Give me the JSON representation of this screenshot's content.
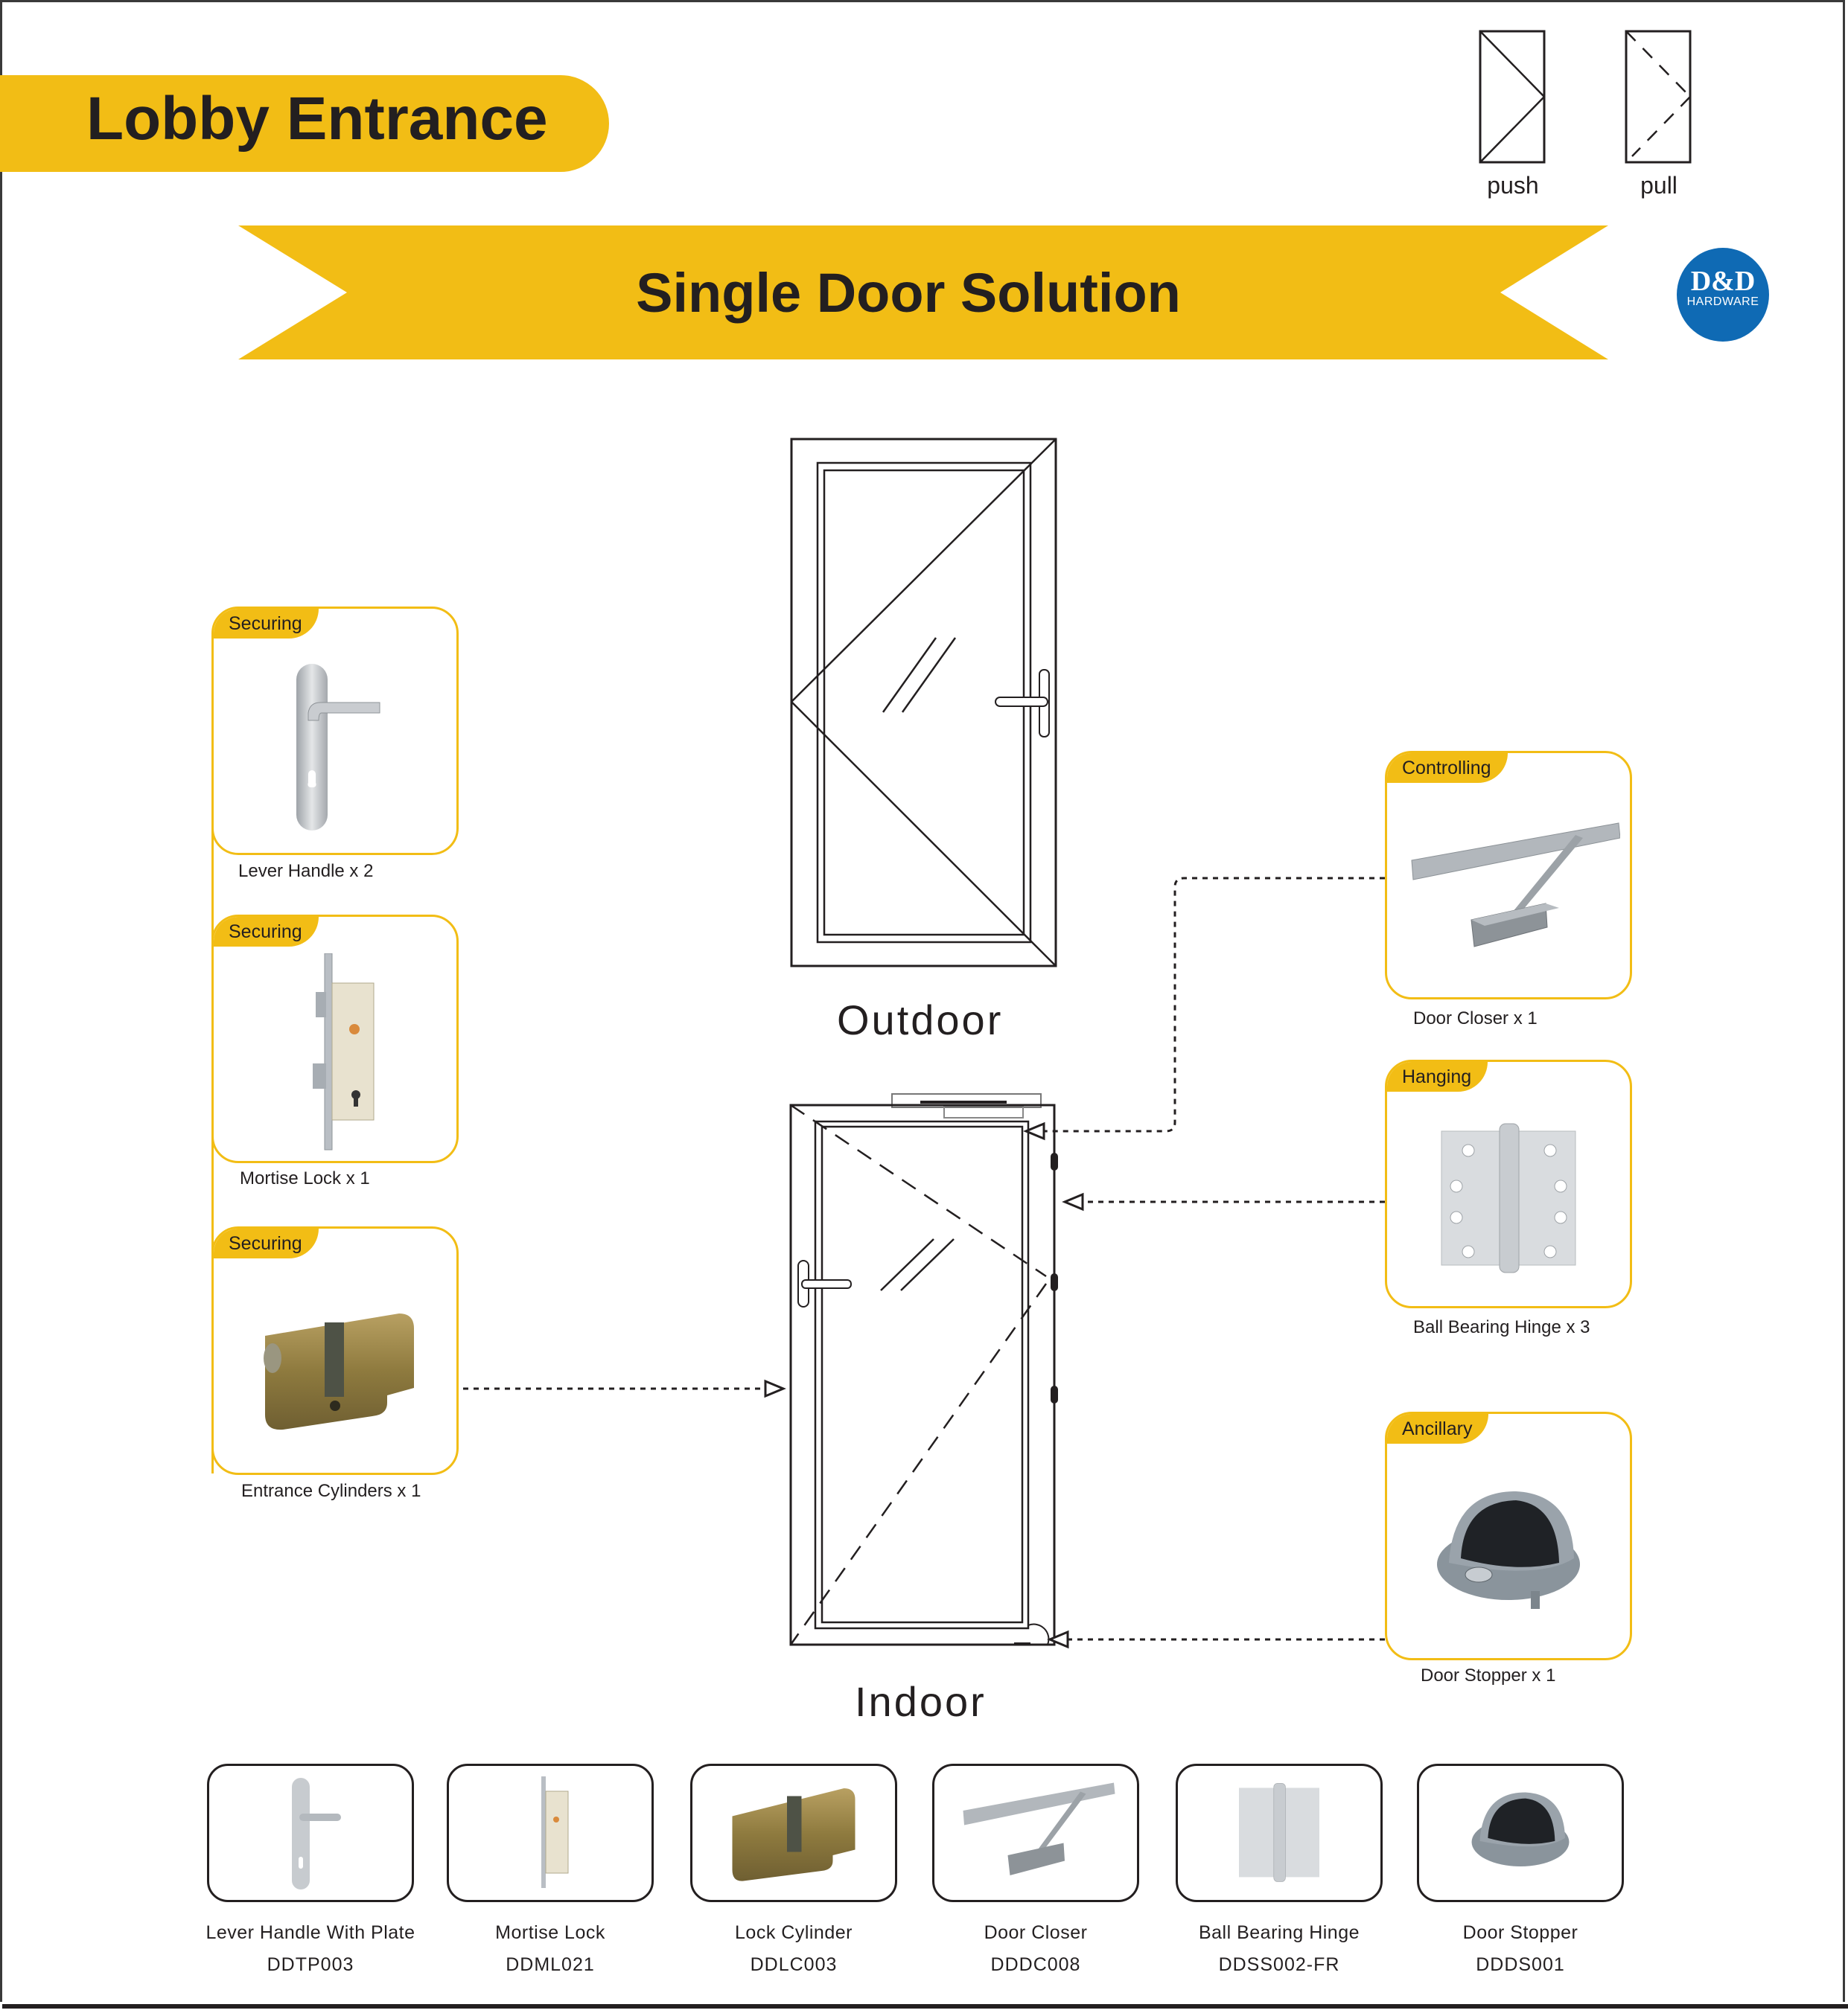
{
  "header": {
    "title": "Lobby Entrance",
    "banner": "Single Door Solution",
    "logo": {
      "main": "D&D",
      "sub": "HARDWARE",
      "color": "#0f6ab4"
    }
  },
  "legend": [
    {
      "label": "push",
      "icon": "door-push-symbol"
    },
    {
      "label": "pull",
      "icon": "door-pull-symbol"
    }
  ],
  "colors": {
    "accent": "#f2bd15",
    "ink": "#231f20",
    "brand_blue": "#0f6ab4"
  },
  "diagram": {
    "outdoor_label": "Outdoor",
    "indoor_label": "Indoor"
  },
  "left_cards": [
    {
      "category": "Securing",
      "caption": "Lever Handle x 2",
      "icon": "lever-handle"
    },
    {
      "category": "Securing",
      "caption": "Mortise Lock x 1",
      "icon": "mortise-lock"
    },
    {
      "category": "Securing",
      "caption": "Entrance Cylinders x 1",
      "icon": "lock-cylinder"
    }
  ],
  "right_cards": [
    {
      "category": "Controlling",
      "caption": "Door Closer x 1",
      "icon": "door-closer"
    },
    {
      "category": "Hanging",
      "caption": "Ball Bearing Hinge x 3",
      "icon": "hinge"
    },
    {
      "category": "Ancillary",
      "caption": "Door Stopper x 1",
      "icon": "door-stopper"
    }
  ],
  "products": [
    {
      "name": "Lever Handle With Plate",
      "code": "DDTP003",
      "icon": "lever-handle"
    },
    {
      "name": "Mortise Lock",
      "code": "DDML021",
      "icon": "mortise-lock"
    },
    {
      "name": "Lock Cylinder",
      "code": "DDLC003",
      "icon": "lock-cylinder"
    },
    {
      "name": "Door Closer",
      "code": "DDDC008",
      "icon": "door-closer"
    },
    {
      "name": "Ball Bearing Hinge",
      "code": "DDSS002-FR",
      "icon": "hinge"
    },
    {
      "name": "Door Stopper",
      "code": "DDDS001",
      "icon": "door-stopper"
    }
  ]
}
